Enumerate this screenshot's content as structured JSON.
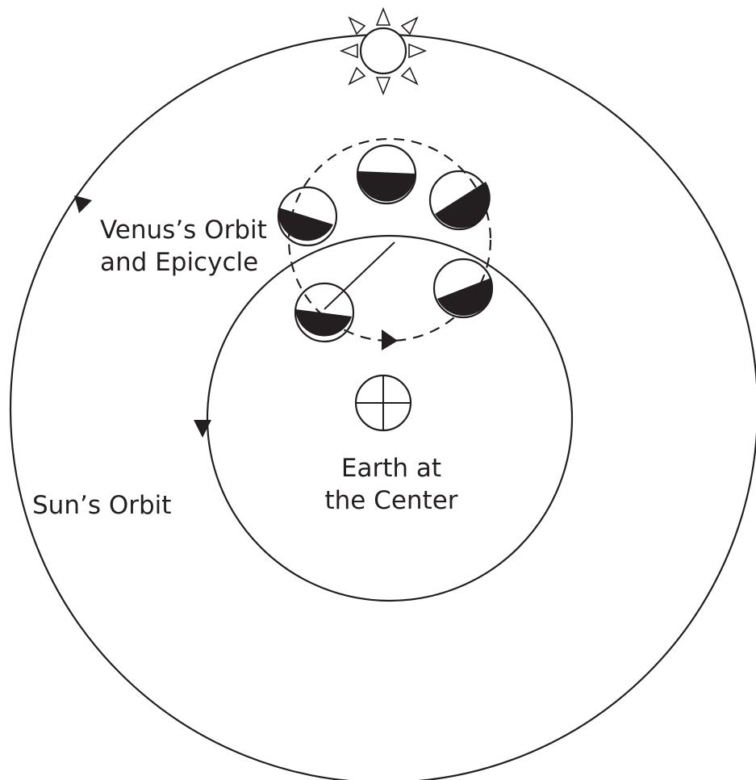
{
  "labels": {
    "venus_orbit": [
      "Venus’s Orbit",
      "and Epicycle"
    ],
    "earth": [
      "Earth at",
      "the Center"
    ],
    "sun_orbit": "Sun’s Orbit"
  },
  "colors": {
    "stroke": "#231f20",
    "dark_side": "#231f20",
    "background": "#ffffff"
  },
  "icons": [
    "sun-icon",
    "earth-symbol-icon",
    "venus-phase-icon",
    "direction-arrow-icon"
  ]
}
